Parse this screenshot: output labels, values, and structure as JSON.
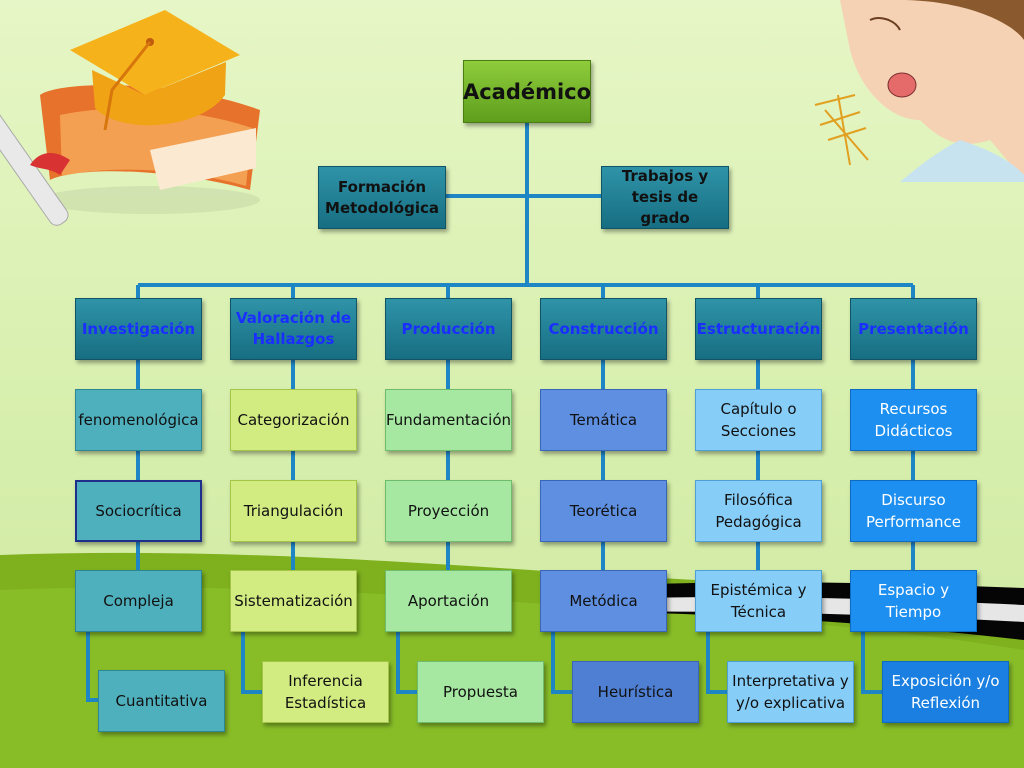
{
  "root": {
    "label": "Académico"
  },
  "secondary": [
    {
      "label": "Formación Metodológica"
    },
    {
      "label": "Trabajos y tesis de grado"
    }
  ],
  "columns": [
    {
      "header": "Investigación",
      "items": [
        "fenomenológica",
        "Sociocrítica",
        "Compleja",
        "Cuantitativa"
      ]
    },
    {
      "header": "Valoración de Hallazgos",
      "items": [
        "Categorización",
        "Triangulación",
        "Sistematización",
        "Inferencia Estadística"
      ]
    },
    {
      "header": "Producción",
      "items": [
        "Fundamentación",
        "Proyección",
        "Aportación",
        "Propuesta"
      ]
    },
    {
      "header": "Construcción",
      "items": [
        "Temática",
        "Teorética",
        "Metódica",
        "Heurística"
      ]
    },
    {
      "header": "Estructuración",
      "items": [
        "Capítulo o Secciones",
        "Filosófica Pedagógica",
        "Epistémica y Técnica",
        "Interpretativa y y/o explicativa"
      ]
    },
    {
      "header": "Presentación",
      "items": [
        "Recursos Didácticos",
        "Discurso Performance",
        "Espacio y Tiempo",
        "Exposición y/o Reflexión"
      ]
    }
  ],
  "colors": {
    "root": "#6aaa22",
    "header": "#1f7f93",
    "connector": "#1f86c6",
    "col1": "#4fb0bd",
    "col2": "#d2ec82",
    "col3": "#a6e8a2",
    "col4": "#5e8fe0",
    "col5": "#86cdf8",
    "col6": "#1d8ff0"
  },
  "decorations": [
    "graduation-cap-books-clipart",
    "surprised-girl-clipart"
  ]
}
